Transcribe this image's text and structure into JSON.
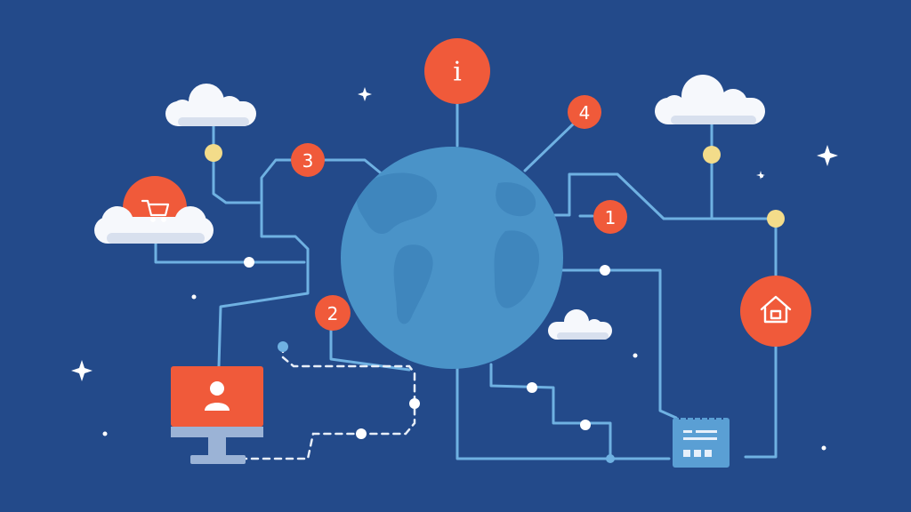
{
  "colors": {
    "background": "#234a8a",
    "globe": "#4a93c8",
    "line": "#6fb1e2",
    "accent": "#f05a3a",
    "node_yellow": "#f3dc8a",
    "node_white": "#ffffff",
    "cloud": "#f6f8fc",
    "cloud_shadow": "#d8e0ee",
    "monitor_stand": "#9bb3d6",
    "server": "#5a9fd4"
  },
  "markers": {
    "info": "i",
    "one": "1",
    "two": "2",
    "three": "3",
    "four": "4"
  },
  "icons": {
    "info_marker": "info-icon",
    "cart": "cart-icon",
    "home": "home-icon",
    "user": "user-icon",
    "server": "server-icon",
    "globe": "globe-icon",
    "cloud": "cloud-icon",
    "sparkle": "sparkle-icon"
  }
}
